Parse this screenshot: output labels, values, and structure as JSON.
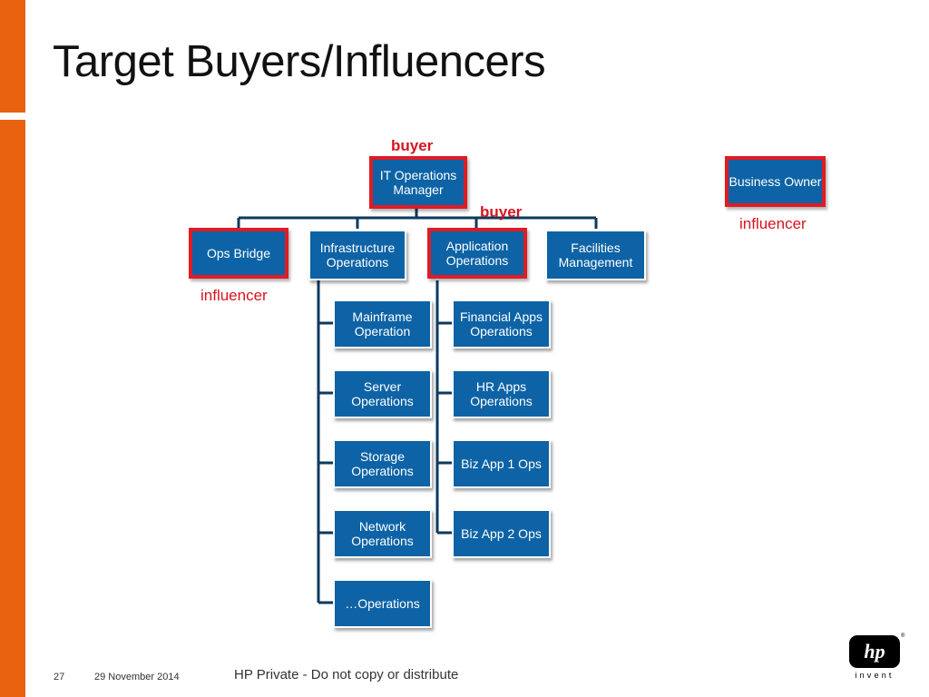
{
  "slide": {
    "title": "Target Buyers/Influencers",
    "page_number": "27",
    "date": "29 November 2014",
    "classification": "HP Private - Do not copy or distribute"
  },
  "org_chart": {
    "root": "IT Operations Manager",
    "level1": [
      "Ops Bridge",
      "Infrastructure Operations",
      "Application Operations",
      "Facilities Management"
    ],
    "infrastructure_children": [
      "Mainframe Operation",
      "Server Operations",
      "Storage Operations",
      "Network Operations",
      "…Operations"
    ],
    "application_children": [
      "Financial Apps Operations",
      "HR Apps Operations",
      "Biz App 1 Ops",
      "Biz App 2 Ops"
    ],
    "external": "Business Owner"
  },
  "roles": {
    "buyer": "buyer",
    "influencer": "influencer"
  },
  "logo": {
    "badge_text": "hp",
    "tagline": "invent",
    "registered_mark": "®"
  },
  "colors": {
    "sidebar": "#e8620f",
    "box_fill": "#0d63a5",
    "highlight": "#e01b24",
    "connector": "#0d3a5e"
  }
}
